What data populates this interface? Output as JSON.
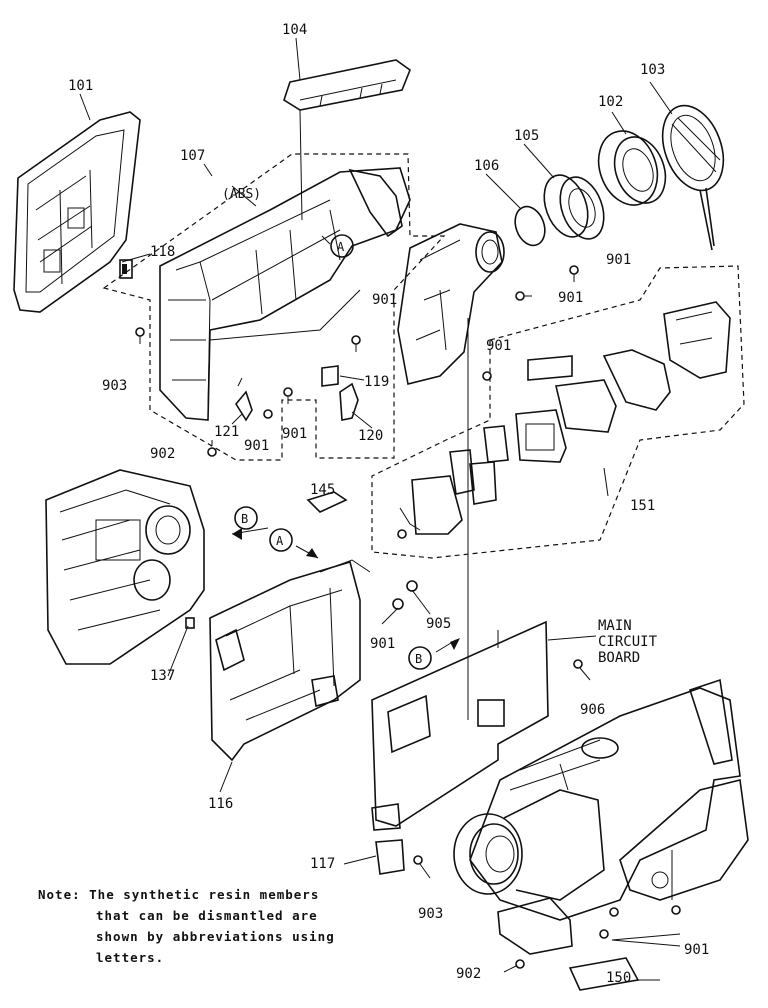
{
  "callouts": {
    "p101": "101",
    "p102": "102",
    "p103": "103",
    "p104": "104",
    "p105": "105",
    "p106": "106",
    "p107": "107",
    "abs": "(ABS)",
    "p116": "116",
    "p117": "117",
    "p118": "118",
    "p119": "119",
    "p120": "120",
    "p121": "121",
    "p137": "137",
    "p145": "145",
    "p150": "150",
    "p151": "151",
    "p901a": "901",
    "p901b": "901",
    "p901c": "901",
    "p901d": "901",
    "p901e": "901",
    "p901f": "901",
    "p901g": "901",
    "p901h": "901",
    "p902a": "902",
    "p902b": "902",
    "p903a": "903",
    "p903b": "903",
    "p905": "905",
    "p906": "906",
    "main_board_l1": "MAIN",
    "main_board_l2": "CIRCUIT",
    "main_board_l3": "BOARD"
  },
  "refs": {
    "a1": "A",
    "a2": "A",
    "b1": "B",
    "b2": "B"
  },
  "note": {
    "line1": "Note: The synthetic resin members",
    "line2": "that can be dismantled are",
    "line3": "shown by abbreviations using",
    "line4": "letters."
  }
}
